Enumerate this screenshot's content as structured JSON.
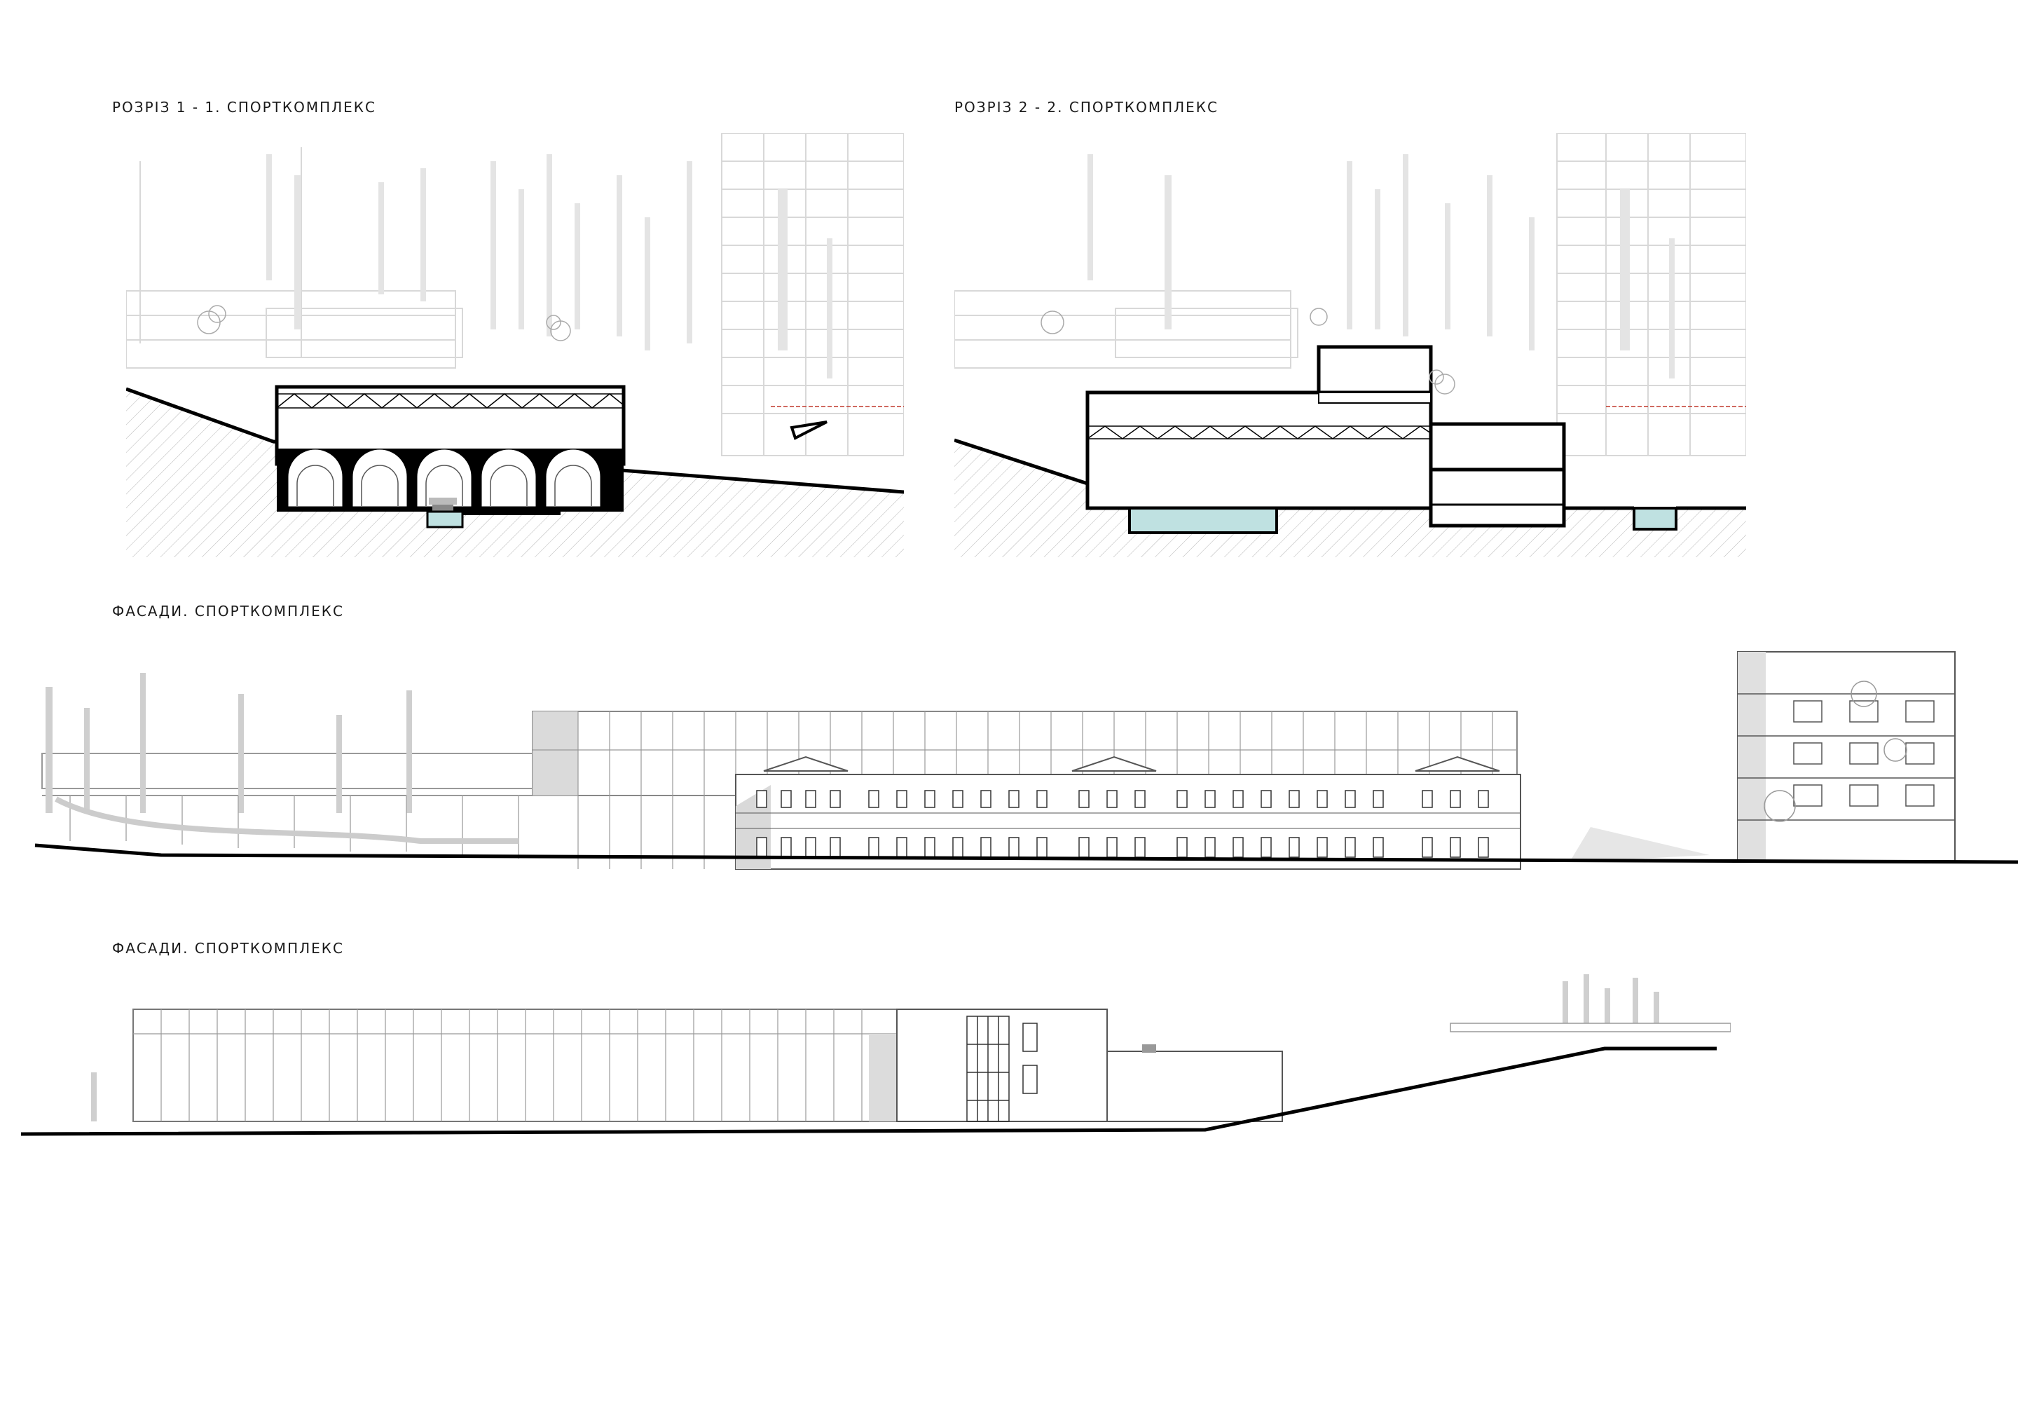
{
  "labels": {
    "section1": "РОЗРІЗ 1 - 1. СПОРТКОМПЛЕКС",
    "section2": "РОЗРІЗ 2 - 2. СПОРТКОМПЛЕКС",
    "facade1": "ФАСАДИ. СПОРТКОМПЛЕКС",
    "facade2": "ФАСАДИ. СПОРТКОМПЛЕКС"
  },
  "colors": {
    "line": "#000000",
    "background_lines": "#d8d8d8",
    "water": "#bfe1e1",
    "shadow": "#cfcfcf",
    "accent_line": "#c0392b"
  },
  "section1": {
    "arches": 5
  },
  "facade1": {
    "heritage_pediments": 3
  }
}
